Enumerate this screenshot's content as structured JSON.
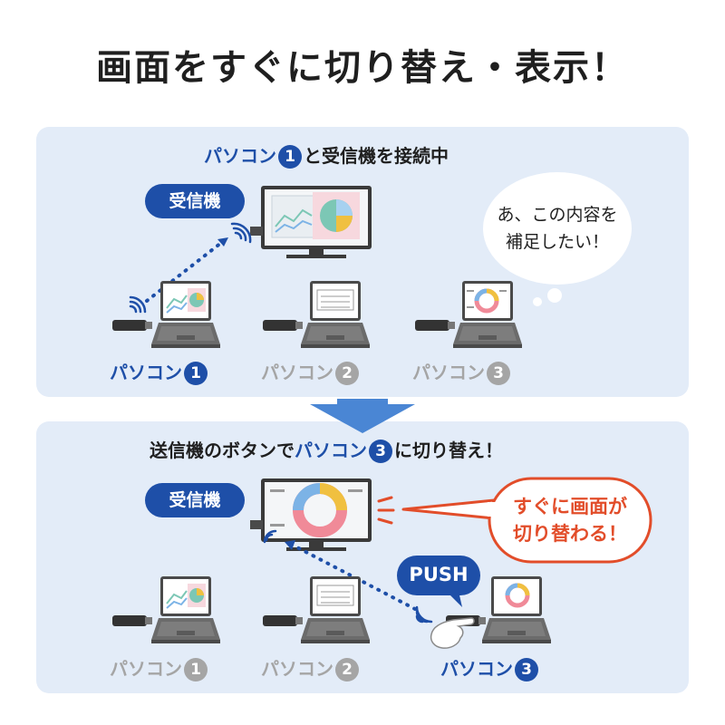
{
  "headline": "画面をすぐに切り替え・表示！",
  "panel1": {
    "title_prefix": "パソコン",
    "title_num": "1",
    "title_suffix": "と受信機を接続中",
    "receiver_label": "受信機",
    "speech_line1": "あ、この内容を",
    "speech_line2": "補足したい！",
    "pcs": [
      {
        "label": "パソコン",
        "num": "1"
      },
      {
        "label": "パソコン",
        "num": "2"
      },
      {
        "label": "パソコン",
        "num": "3"
      }
    ]
  },
  "panel2": {
    "title_prefix": "送信機のボタンで",
    "title_pc": "パソコン",
    "title_num": "3",
    "title_suffix": "に切り替え！",
    "receiver_label": "受信機",
    "callout_line1": "すぐに画面が",
    "callout_line2": "切り替わる！",
    "push_label": "PUSH",
    "pcs": [
      {
        "label": "パソコン",
        "num": "1"
      },
      {
        "label": "パソコン",
        "num": "2"
      },
      {
        "label": "パソコン",
        "num": "3"
      }
    ]
  },
  "colors": {
    "accent_blue": "#1e4fa8",
    "panel_bg": "#e3ecf8",
    "callout_red": "#e24d2a",
    "inactive_grey": "#a5a5a5"
  }
}
